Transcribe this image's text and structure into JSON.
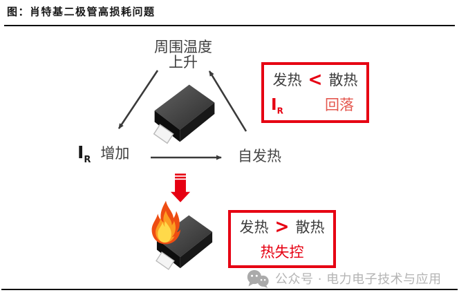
{
  "title": "图：肖特基二极管高损耗问题",
  "colors": {
    "red": "#e60012",
    "red-soft": "#e4574e",
    "ink": "#3d3d3d",
    "arrow": "#3a3a3a",
    "watermark": "#b4b4b4"
  },
  "cycle": {
    "ambient_line1": "周围温度",
    "ambient_line2": "上升",
    "ir_symbol": "I",
    "ir_subscript": "R",
    "increase_label": "增加",
    "self_heating_label": "自发热"
  },
  "recovery_box": {
    "heating_label": "发热",
    "comparator": "<",
    "dissipation_label": "散热",
    "ir_symbol": "I",
    "ir_subscript": "R",
    "result_label": "回落"
  },
  "runaway_box": {
    "heating_label": "发热",
    "comparator": ">",
    "dissipation_label": "散热",
    "result_label": "热失控"
  },
  "watermark": {
    "icon": "wechat-icon",
    "text": "公众号 · 电力电子技术与应用"
  }
}
